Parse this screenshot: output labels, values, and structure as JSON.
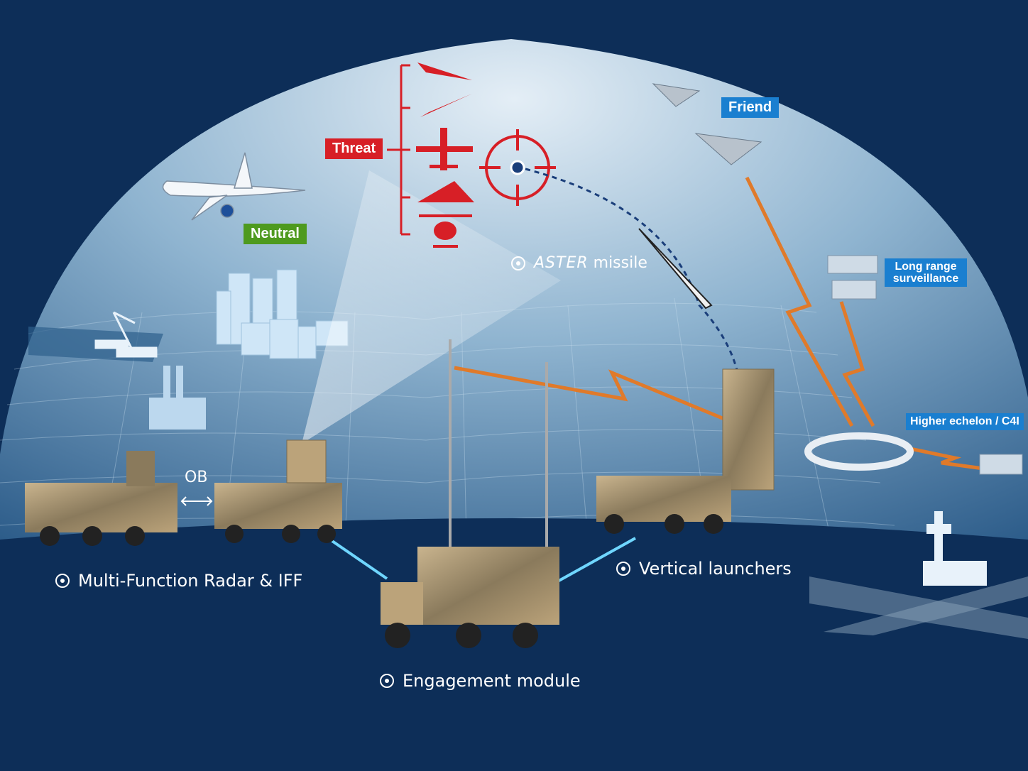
{
  "tags": {
    "threat": "Threat",
    "neutral": "Neutral",
    "friend": "Friend",
    "long_range": "Long range surveillance",
    "higher_echelon": "Higher echelon / C4I"
  },
  "labels": {
    "aster_prefix": "ASTER",
    "aster_suffix": "missile",
    "radar": "Multi-Function Radar & IFF",
    "engagement": "Engagement module",
    "launchers": "Vertical launchers",
    "ob": "OB"
  },
  "colors": {
    "background": "#0d2e58",
    "threat": "#d71f26",
    "neutral": "#4e9a1e",
    "friend": "#1a7fd0",
    "datalink": "#e07a2a",
    "radar_link": "#6fd6ff"
  },
  "icons": [
    "target-crosshair-icon",
    "missile-icon",
    "drone-icon",
    "jet-icon",
    "helicopter-icon",
    "airliner-icon",
    "fighter-jet-icon",
    "radar-icon",
    "truck-icon",
    "building-icon",
    "control-tower-icon"
  ]
}
